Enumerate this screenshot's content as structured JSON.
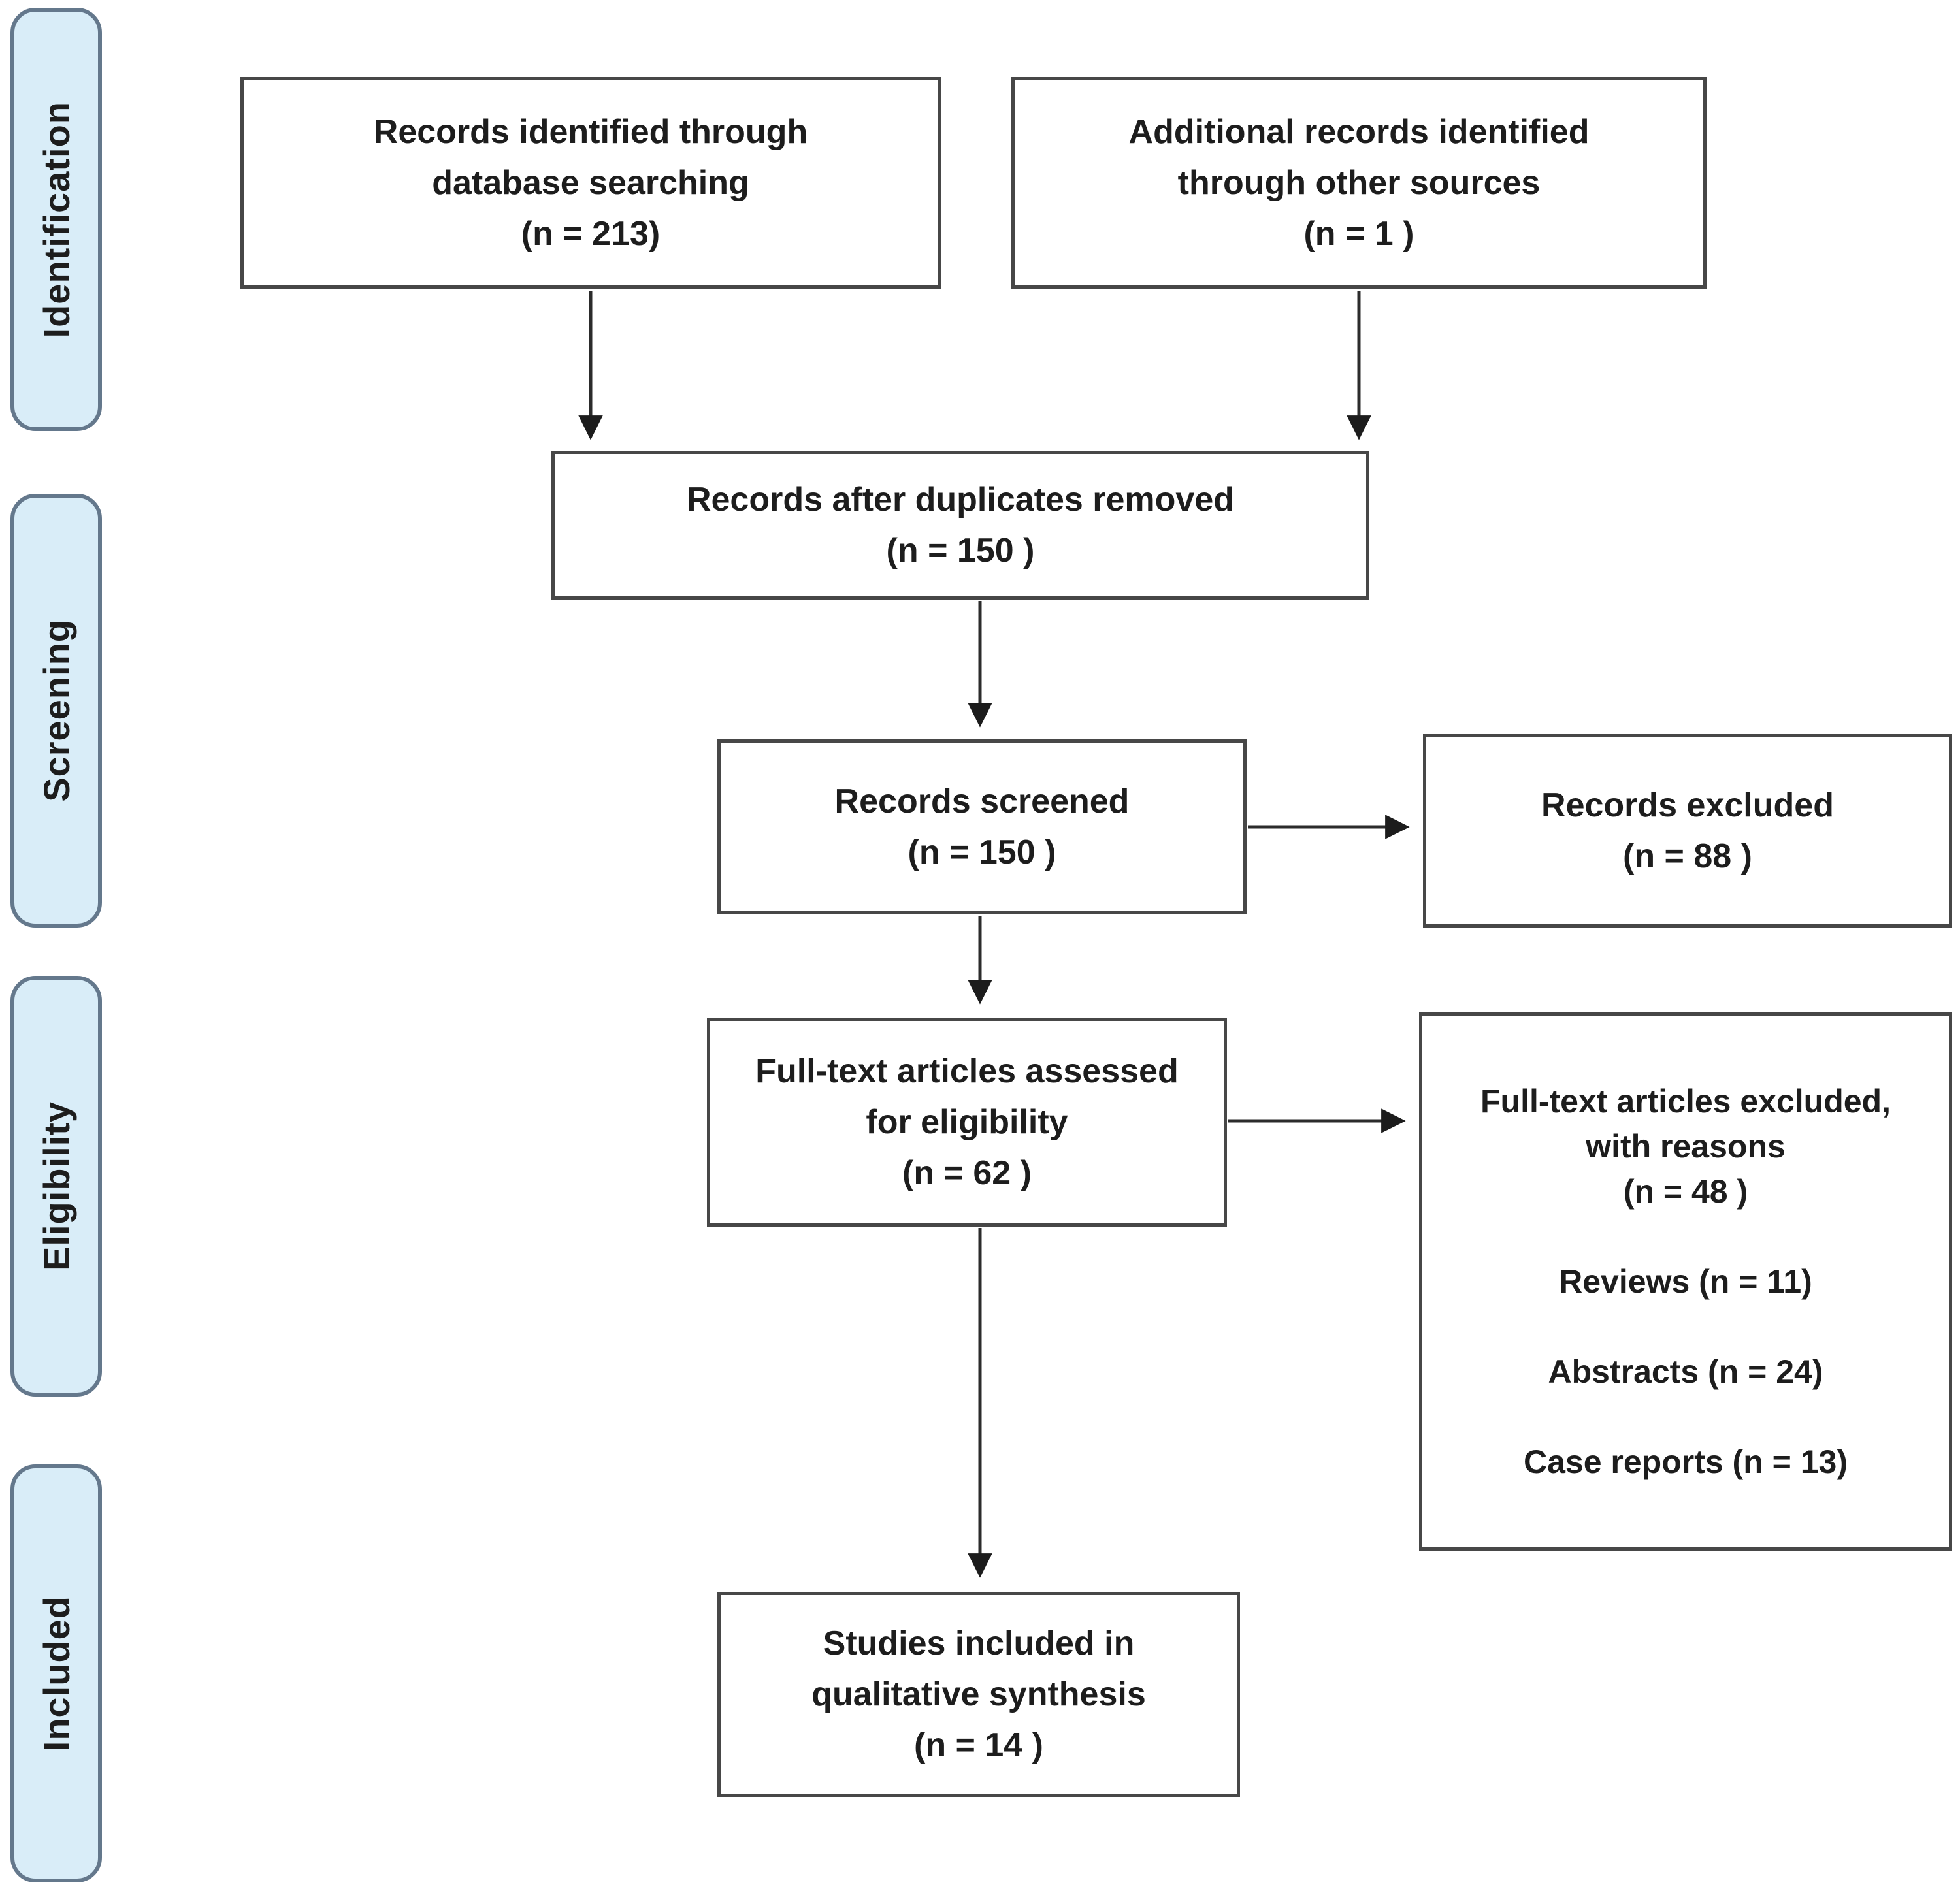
{
  "sidebar": {
    "stages": [
      "Identification",
      "Screening",
      "Eligibility",
      "Included"
    ]
  },
  "boxes": {
    "identified": "Records identified through\ndatabase searching\n(n = 213)",
    "additional": "Additional records identified\nthrough other sources\n(n = 1 )",
    "deduplicated": "Records after duplicates removed\n(n = 150 )",
    "screened": "Records screened\n(n = 150 )",
    "excluded": "Records excluded\n(n = 88 )",
    "fulltext_assessed": "Full-text articles assessed\nfor eligibility\n(n = 62 )",
    "fulltext_excluded": "Full-text articles excluded,\nwith reasons\n(n = 48 )\n\nReviews (n = 11)\n\nAbstracts (n = 24)\n\nCase reports (n = 13)",
    "included_studies": "Studies included in\nqualitative synthesis\n(n = 14 )"
  },
  "colors": {
    "stage_fill": "#d9edf8",
    "stage_border": "#64788c",
    "box_border": "#474747",
    "arrow": "#2b2b2b",
    "text": "#1d1d1d"
  }
}
